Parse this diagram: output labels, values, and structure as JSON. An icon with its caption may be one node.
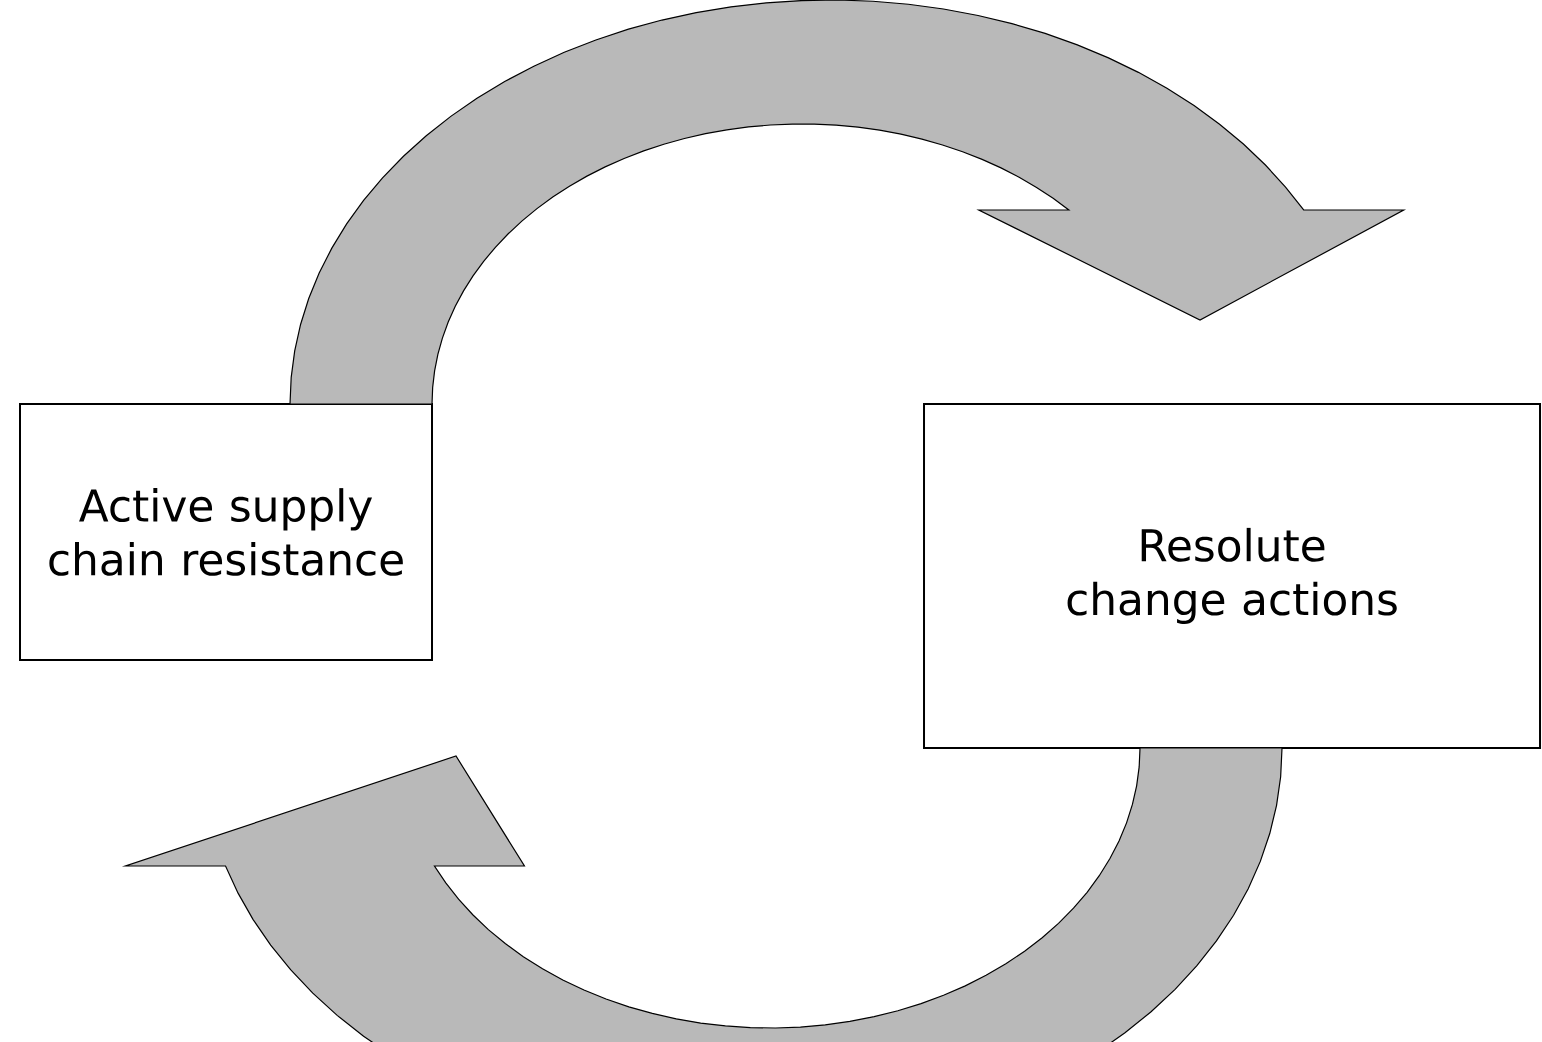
{
  "diagram": {
    "nodes": [
      {
        "text": [
          "Active supply chain resistance"
        ]
      },
      {
        "text": [
          "Resolute change actions"
        ]
      }
    ],
    "edges": [
      {
        "from": 0,
        "to": 1,
        "arrow": "to"
      },
      {
        "from": 1,
        "to": 0,
        "arrow": "to"
      }
    ]
  }
}
